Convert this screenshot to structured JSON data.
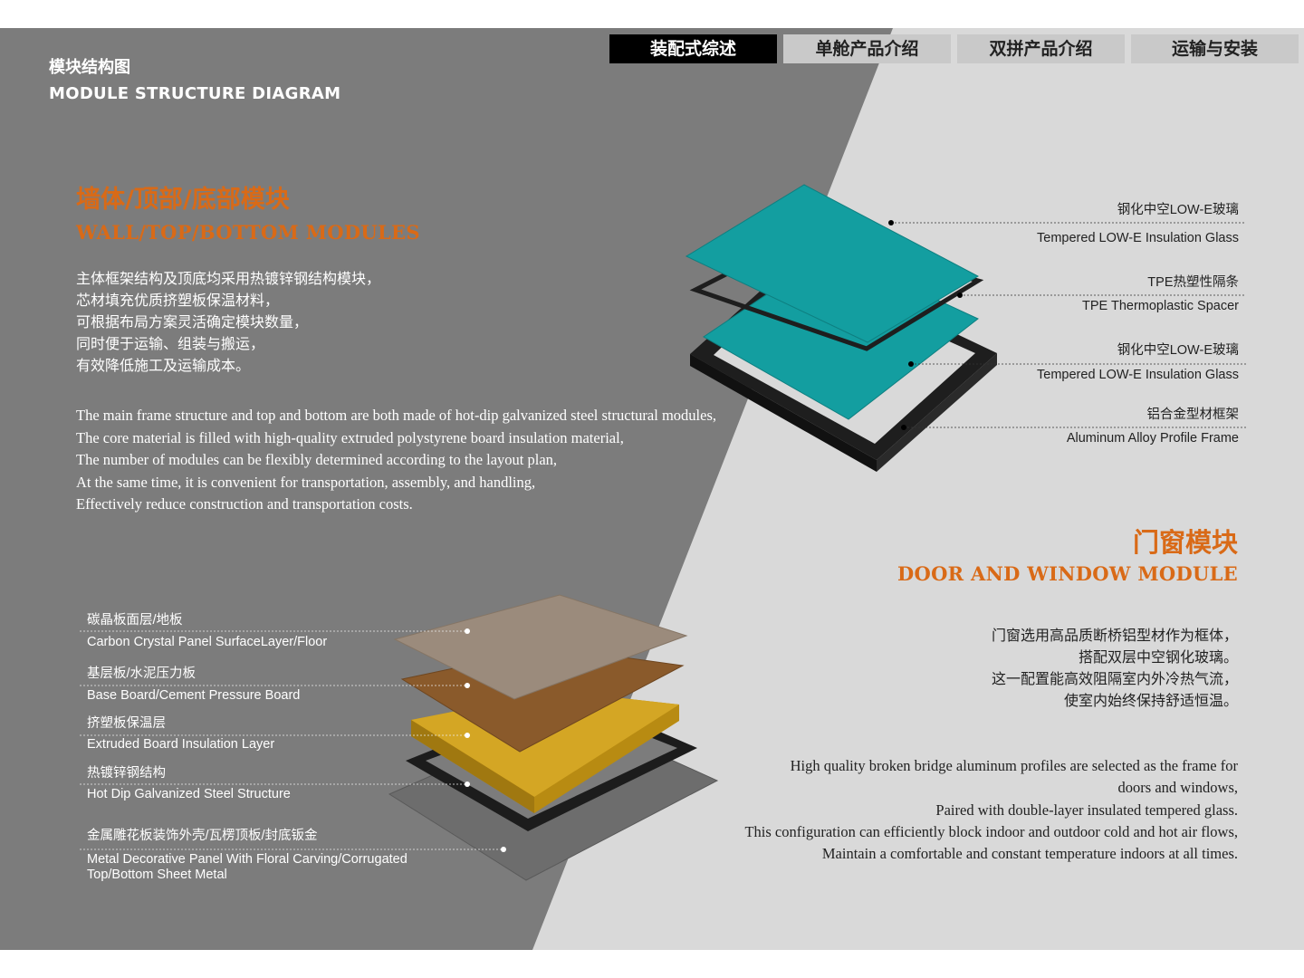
{
  "tabs": [
    {
      "label": "装配式综述",
      "active": true
    },
    {
      "label": "单舱产品介绍",
      "active": false
    },
    {
      "label": "双拼产品介绍",
      "active": false
    },
    {
      "label": "运输与安装",
      "active": false
    }
  ],
  "header": {
    "title_cn": "模块结构图",
    "title_en": "MODULE STRUCTURE DIAGRAM"
  },
  "wall_section": {
    "title_cn": "墙体/顶部/底部模块",
    "title_en": "WALL/TOP/BOTTOM MODULES",
    "desc_cn": [
      "主体框架结构及顶底均采用热镀锌钢结构模块，",
      "芯材填充优质挤塑板保温材料，",
      "可根据布局方案灵活确定模块数量，",
      "同时便于运输、组装与搬运，",
      "有效降低施工及运输成本。"
    ],
    "desc_en": [
      "The main frame structure and top and bottom are both made of hot-dip galvanized steel structural modules,",
      "The core material is filled with high-quality extruded polystyrene board insulation material,",
      "The number of modules can be flexibly determined according to the layout plan,",
      "At the same time, it is convenient for transportation, assembly, and handling,",
      "Effectively reduce construction and transportation costs."
    ]
  },
  "window_layers": [
    {
      "cn": "钢化中空LOW-E玻璃",
      "en": "Tempered  LOW-E Insulation Glass"
    },
    {
      "cn": "TPE热塑性隔条",
      "en": "TPE Thermoplastic Spacer"
    },
    {
      "cn": "钢化中空LOW-E玻璃",
      "en": "Tempered  LOW-E Insulation Glass"
    },
    {
      "cn": "铝合金型材框架",
      "en": "Aluminum Alloy Profile Frame"
    }
  ],
  "wall_layers": [
    {
      "cn": "碳晶板面层/地板",
      "en": "Carbon Crystal Panel SurfaceLayer/Floor"
    },
    {
      "cn": "基层板/水泥压力板",
      "en": "Base Board/Cement Pressure Board"
    },
    {
      "cn": "挤塑板保温层",
      "en": "Extruded Board Insulation Layer"
    },
    {
      "cn": "热镀锌钢结构",
      "en": "Hot Dip Galvanized Steel Structure"
    },
    {
      "cn": "金属雕花板装饰外壳/瓦楞顶板/封底钣金",
      "en": "Metal Decorative Panel With Floral Carving/Corrugated",
      "en2": "Top/Bottom Sheet Metal"
    }
  ],
  "door_section": {
    "title_cn": "门窗模块",
    "title_en": "DOOR AND WINDOW MODULE",
    "desc_cn": [
      "门窗选用高品质断桥铝型材作为框体，",
      "搭配双层中空钢化玻璃。",
      "这一配置能高效阻隔室内外冷热气流，",
      "使室内始终保持舒适恒温。"
    ],
    "desc_en": [
      "High quality broken bridge aluminum profiles are selected as the frame for",
      "doors and windows,",
      "Paired with double-layer insulated tempered glass.",
      "This configuration can efficiently block indoor and outdoor cold and hot air flows,",
      "Maintain a comfortable and constant temperature indoors at all times."
    ]
  },
  "colors": {
    "dark_panel": "#7c7c7c",
    "light_panel": "#d9d9d9",
    "accent": "#d96a17",
    "glass": "#139ea0",
    "frame": "#2e2e2e",
    "carbon": "#9b8b7c",
    "base": "#8a5a2b",
    "insulation": "#d4a624",
    "metal": "#6d6d6d"
  }
}
